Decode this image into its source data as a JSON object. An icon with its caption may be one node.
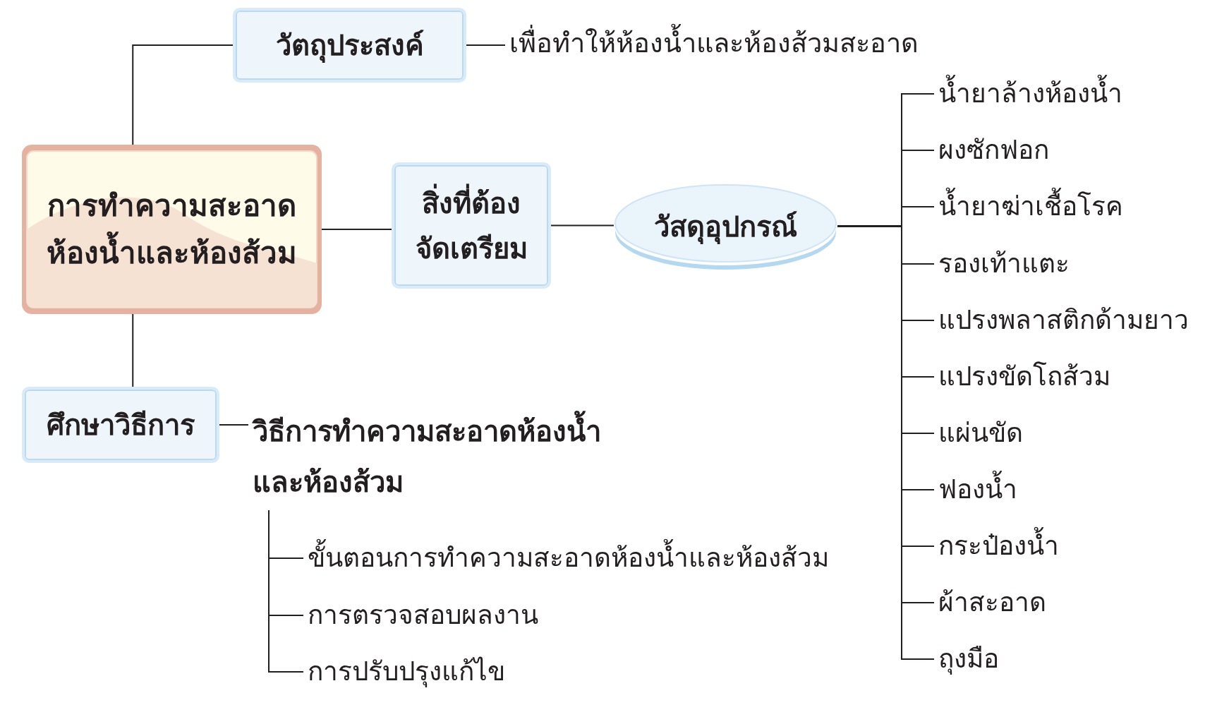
{
  "diagram": {
    "nodes": [
      {
        "text": [
          "การทำความสะอาด ห้องน้ำและห้องส้วม"
        ]
      },
      {
        "text": [
          "วัตถุประสงค์"
        ]
      },
      {
        "text": [
          "เพื่อทำให้ห้องน้ำและห้องส้วมสะอาด"
        ]
      },
      {
        "text": [
          "สิ่งที่ต้อง จัดเตรียม"
        ]
      },
      {
        "text": [
          "วัสดุอุปกรณ์"
        ]
      },
      {
        "text": [
          "น้ำยาล้างห้องน้ำ"
        ]
      },
      {
        "text": [
          "ผงซักฟอก"
        ]
      },
      {
        "text": [
          "น้ำยาฆ่าเชื้อโรค"
        ]
      },
      {
        "text": [
          "รองเท้าแตะ"
        ]
      },
      {
        "text": [
          "แปรงพลาสติกด้ามยาว"
        ]
      },
      {
        "text": [
          "แปรงขัดโถส้วม"
        ]
      },
      {
        "text": [
          "แผ่นขัด"
        ]
      },
      {
        "text": [
          "ฟองน้ำ"
        ]
      },
      {
        "text": [
          "กระป๋องน้ำ"
        ]
      },
      {
        "text": [
          "ผ้าสะอาด"
        ]
      },
      {
        "text": [
          "ถุงมือ"
        ]
      },
      {
        "text": [
          "ศึกษาวิธีการ"
        ]
      },
      {
        "text": [
          "วิธีการทำความสะอาดห้องน้ำ และห้องส้วม"
        ]
      },
      {
        "text": [
          "ขั้นตอนการทำความสะอาดห้องน้ำและห้องส้วม"
        ]
      },
      {
        "text": [
          "การตรวจสอบผลงาน"
        ]
      },
      {
        "text": [
          "การปรับปรุงแก้ไข"
        ]
      }
    ],
    "edges": [
      {
        "from": 0,
        "to": 1,
        "arrow": "none"
      },
      {
        "from": 1,
        "to": 2,
        "arrow": "none"
      },
      {
        "from": 0,
        "to": 3,
        "arrow": "none"
      },
      {
        "from": 3,
        "to": 4,
        "arrow": "none"
      },
      {
        "from": 4,
        "to": 5,
        "arrow": "none"
      },
      {
        "from": 4,
        "to": 6,
        "arrow": "none"
      },
      {
        "from": 4,
        "to": 7,
        "arrow": "none"
      },
      {
        "from": 4,
        "to": 8,
        "arrow": "none"
      },
      {
        "from": 4,
        "to": 9,
        "arrow": "none"
      },
      {
        "from": 4,
        "to": 10,
        "arrow": "none"
      },
      {
        "from": 4,
        "to": 11,
        "arrow": "none"
      },
      {
        "from": 4,
        "to": 12,
        "arrow": "none"
      },
      {
        "from": 4,
        "to": 13,
        "arrow": "none"
      },
      {
        "from": 4,
        "to": 14,
        "arrow": "none"
      },
      {
        "from": 4,
        "to": 15,
        "arrow": "none"
      },
      {
        "from": 0,
        "to": 16,
        "arrow": "none"
      },
      {
        "from": 16,
        "to": 17,
        "arrow": "none"
      },
      {
        "from": 17,
        "to": 18,
        "arrow": "none"
      },
      {
        "from": 17,
        "to": 19,
        "arrow": "none"
      },
      {
        "from": 17,
        "to": 20,
        "arrow": "none"
      }
    ]
  }
}
